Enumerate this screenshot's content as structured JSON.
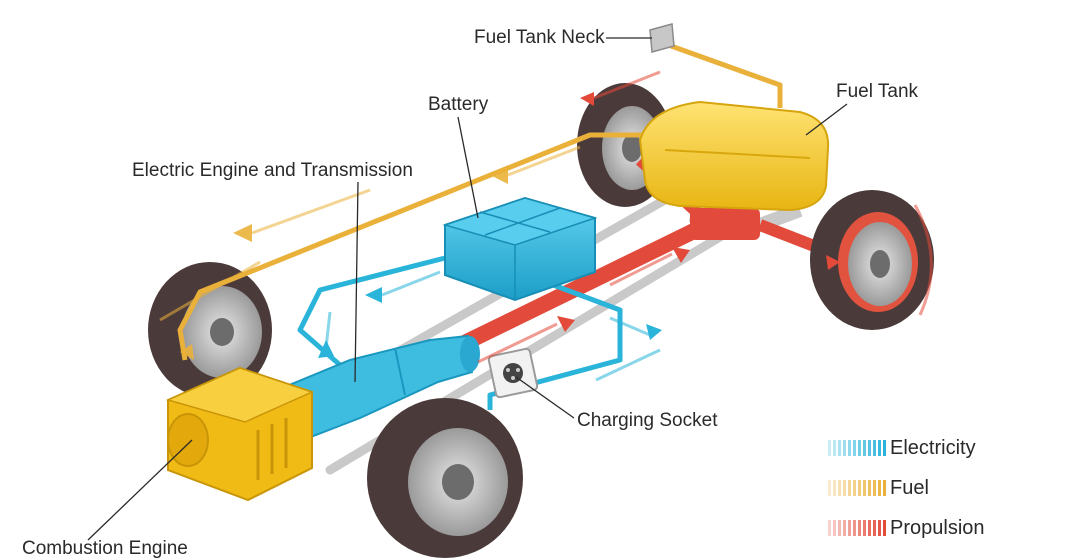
{
  "labels": {
    "fuel_tank_neck": "Fuel Tank Neck",
    "fuel_tank": "Fuel Tank",
    "battery": "Battery",
    "electric_engine": "Electric Engine and Transmission",
    "charging_socket": "Charging Socket",
    "combustion_engine": "Combustion Engine"
  },
  "legend": [
    {
      "name": "Electricity",
      "color": "#2ab4da"
    },
    {
      "name": "Fuel",
      "color": "#eab13a"
    },
    {
      "name": "Propulsion",
      "color": "#e34a3a"
    }
  ],
  "colors": {
    "electricity": "#2ab4da",
    "fuel": "#eab13a",
    "propulsion": "#e34a3a",
    "battery": "#31b6df",
    "engine": "#f1bb16",
    "tire": "#4b3a3a"
  }
}
